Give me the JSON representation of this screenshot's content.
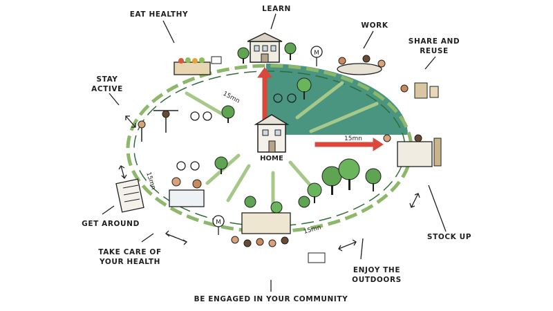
{
  "labels": {
    "eat_healthy": "EAT HEALTHY",
    "learn": "LEARN",
    "work": "WORK",
    "share_reuse_1": "SHARE AND",
    "share_reuse_2": "REUSE",
    "stay_active_1": "STAY",
    "stay_active_2": "ACTIVE",
    "get_around": "GET AROUND",
    "take_care_1": "TAKE CARE OF",
    "take_care_2": "YOUR HEALTH",
    "stock_up": "STOCK UP",
    "enjoy_outdoors_1": "ENJOY THE",
    "enjoy_outdoors_2": "OUTDOORS",
    "community": "BE ENGAGED IN YOUR COMMUNITY",
    "home": "HOME"
  },
  "time_marks": {
    "top_left": "15mn",
    "right": "15mn",
    "left": "15mn",
    "bottom": "15mn"
  },
  "metro_sign": "M",
  "colors": {
    "green_sector": "#3f8f78",
    "red_arrow": "#d9483b",
    "dash_green": "#8db86a",
    "ink": "#1f1f1f"
  }
}
